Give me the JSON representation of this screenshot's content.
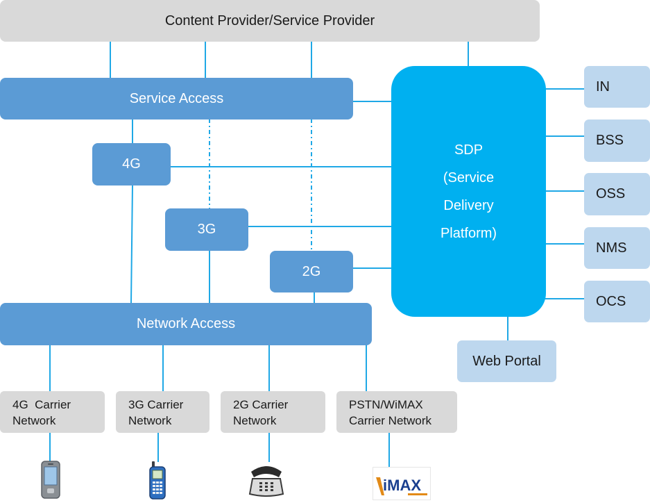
{
  "top": {
    "content_provider": "Content Provider/Service Provider"
  },
  "service_access": "Service Access",
  "network_access": "Network Access",
  "generations": {
    "g4": "4G",
    "g3": "3G",
    "g2": "2G"
  },
  "sdp": {
    "line1": "SDP",
    "line2": "(Service",
    "line3": "Delivery",
    "line4": "Platform)"
  },
  "right_systems": [
    "IN",
    "BSS",
    "OSS",
    "NMS",
    "OCS"
  ],
  "web_portal": "Web Portal",
  "carriers": [
    {
      "line1": "4G  Carrier",
      "line2": "Network"
    },
    {
      "line1": "3G Carrier",
      "line2": "Network"
    },
    {
      "line1": "2G Carrier",
      "line2": "Network"
    },
    {
      "line1": "PSTN/WiMAX",
      "line2": "Carrier Network"
    }
  ],
  "device_icons": [
    "smartphone-icon",
    "mobile-phone-icon",
    "telephone-icon",
    "wimax-logo"
  ],
  "wimax_logo_text": "iMAX",
  "colors": {
    "gray_box": "#d9d9d9",
    "blue_box": "#5b9bd5",
    "light_box": "#bdd7ee",
    "sdp": "#00b0f0",
    "line": "#00b0f0"
  }
}
